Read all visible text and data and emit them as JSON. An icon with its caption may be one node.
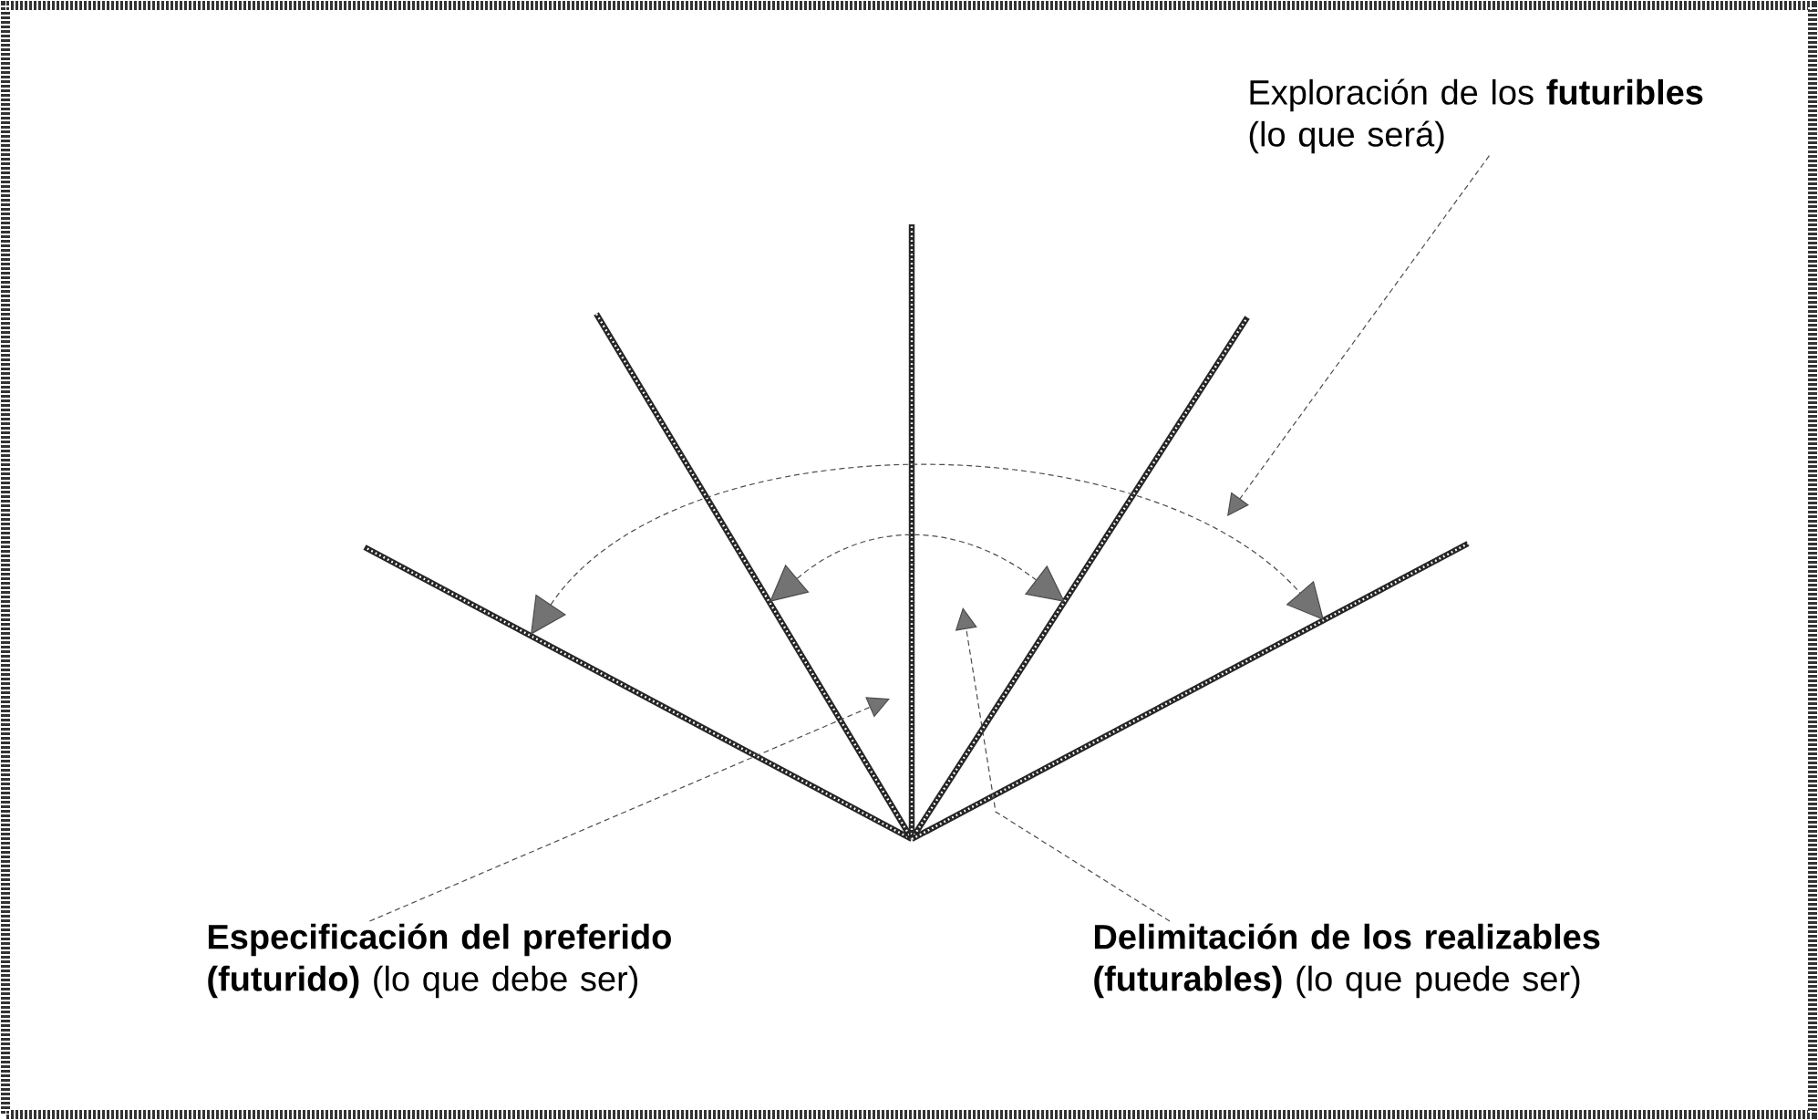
{
  "diagram": {
    "nodes": [
      {
        "text": [
          "Exploración de los **futuribles** (lo que será)"
        ]
      },
      {
        "text": [
          "**Especificación del preferido (futurido)** (lo que debe ser)"
        ]
      },
      {
        "text": [
          "**Delimitación de los realizables (futurables)** (lo que puede ser)"
        ]
      }
    ],
    "edges": [
      {
        "from": 0,
        "to": null,
        "arrow": "to",
        "style": "dashed"
      },
      {
        "from": 1,
        "to": null,
        "arrow": "to",
        "style": "dashed"
      },
      {
        "from": 2,
        "to": null,
        "arrow": "to",
        "style": "dashed"
      }
    ]
  }
}
